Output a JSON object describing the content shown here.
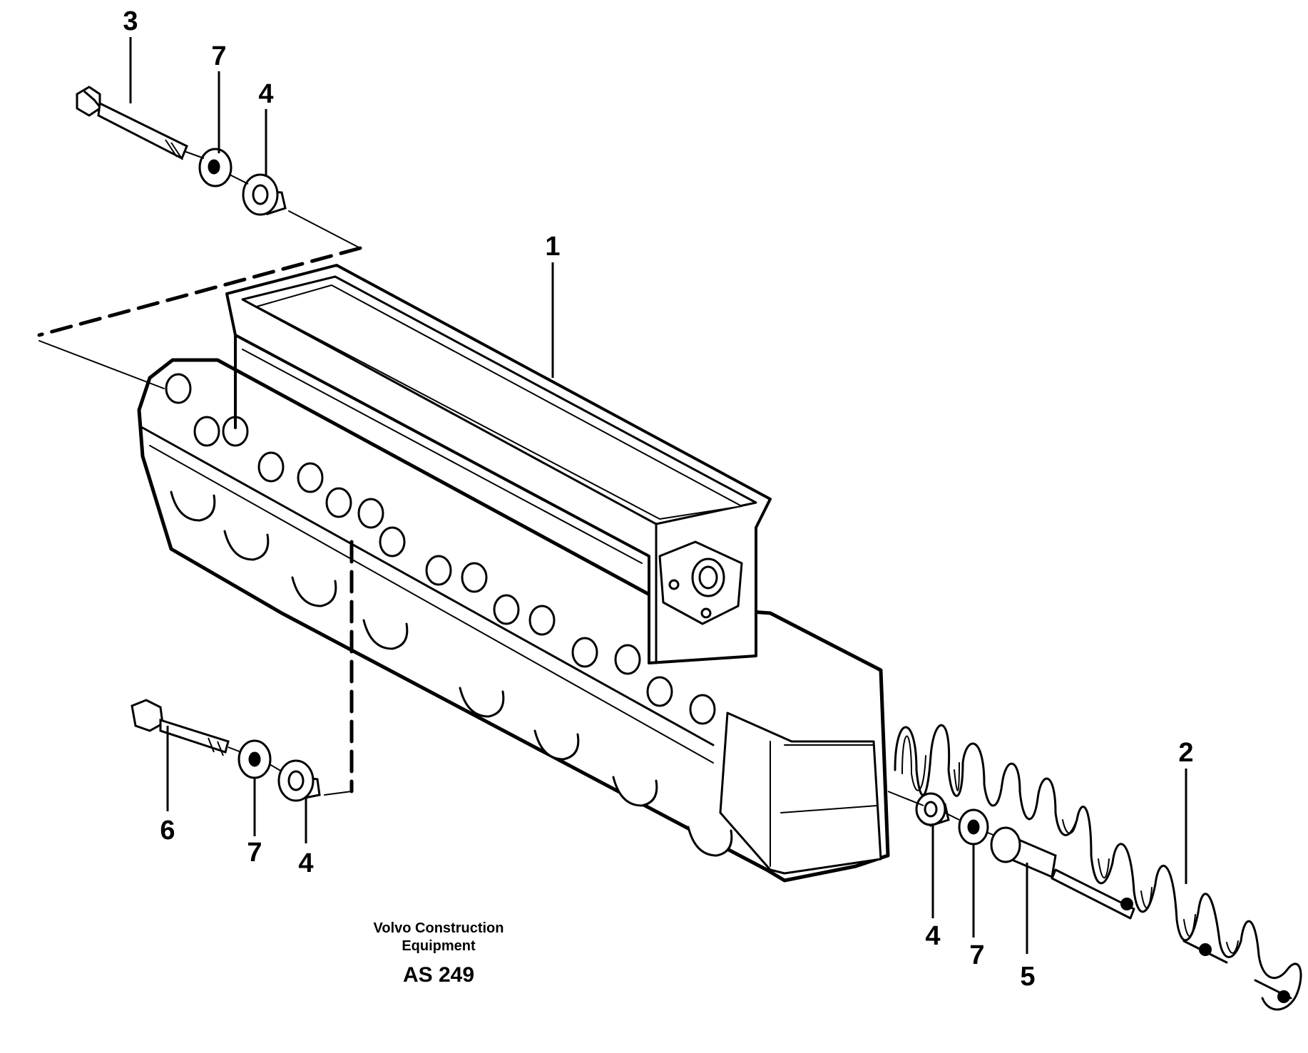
{
  "callouts": {
    "manifold": "1",
    "heater": "2",
    "upper_screw": "3",
    "upper_spacer": "4",
    "upper_washer": "7",
    "lower_screw": "6",
    "lower_washer": "7",
    "lower_spacer": "4",
    "right_spacer": "4",
    "right_washer": "7",
    "right_sleeve": "5"
  },
  "caption": {
    "company_line1": "Volvo Construction",
    "company_line2": "Equipment",
    "drawing_code": "AS 249"
  }
}
